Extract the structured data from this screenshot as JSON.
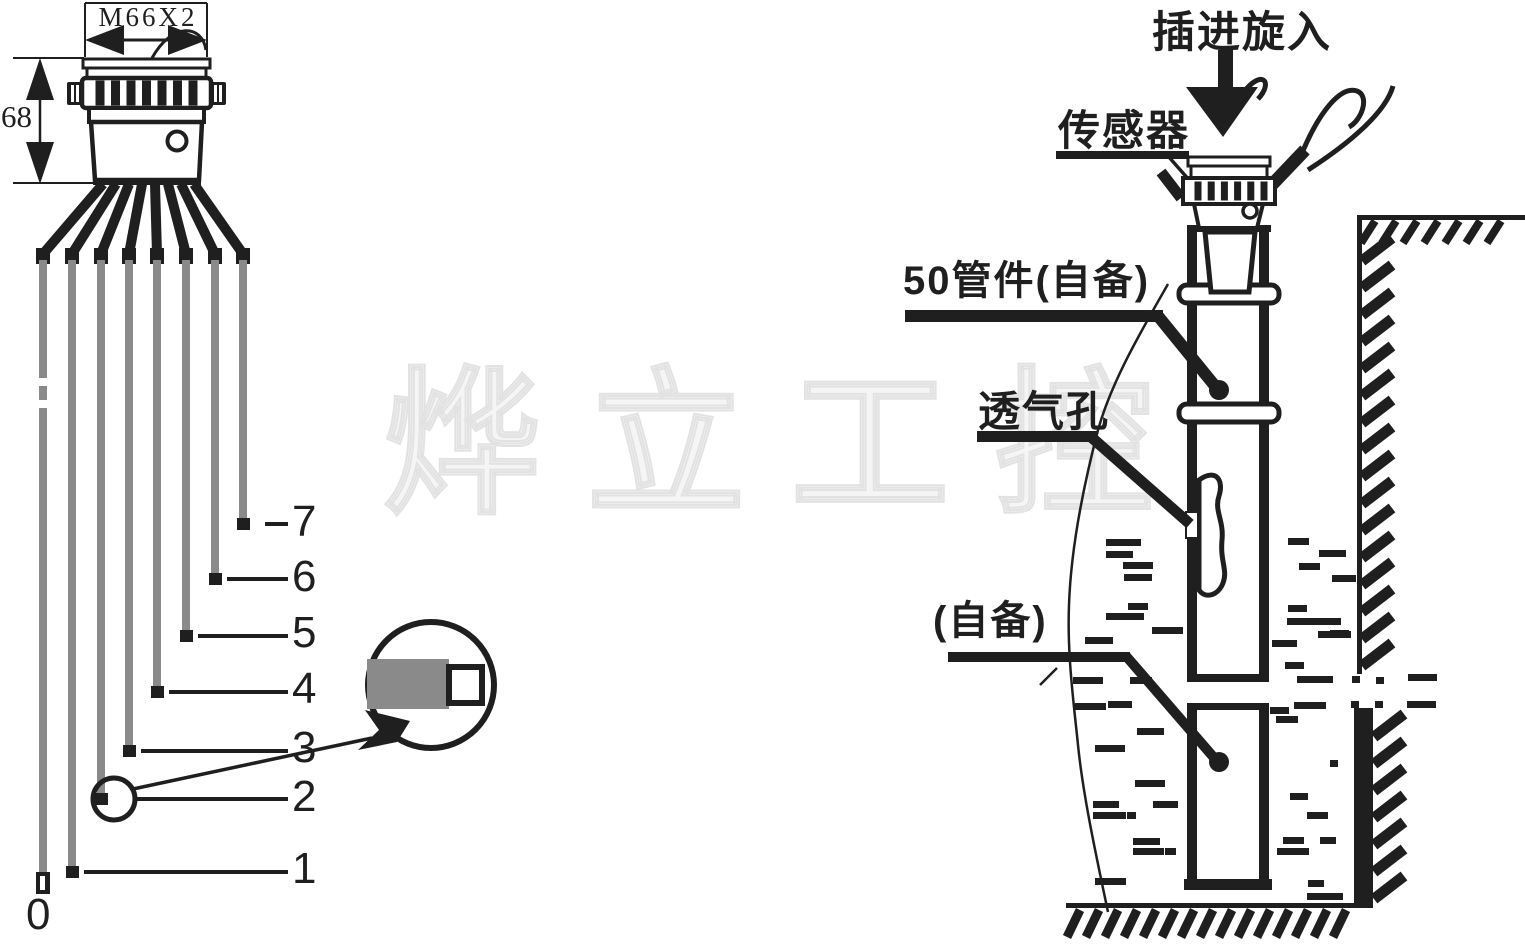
{
  "left_diagram": {
    "thread_label": "M66X2",
    "height_label": "68",
    "wire_labels": [
      "0",
      "1",
      "2",
      "3",
      "4",
      "5",
      "6",
      "7"
    ]
  },
  "right_diagram": {
    "insert_label": "插进旋入",
    "sensor_label": "传感器",
    "pipe_fitting_label": "50管件(自备)",
    "vent_hole_label": "透气孔",
    "self_provided_label": "(自备)"
  },
  "watermark": {
    "chars": [
      "烨",
      "立",
      "工",
      "控"
    ]
  },
  "colors": {
    "ink": "#1f1f1f",
    "wire_gray": "#8a8a8a",
    "watermark_fill": "#f5f5f5",
    "watermark_stroke": "#e2e2e2"
  }
}
